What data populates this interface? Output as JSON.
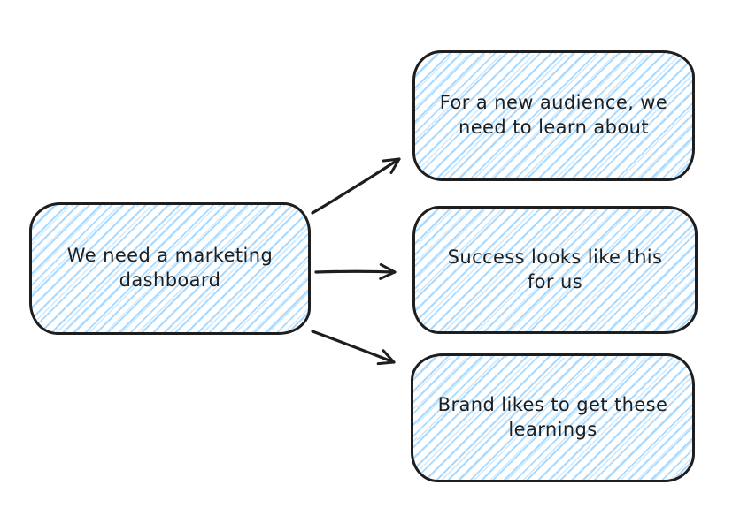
{
  "diagram": {
    "type": "flowchart",
    "colors": {
      "stroke": "#1e1e1e",
      "node_fill_hatch": "#a5d8ff",
      "background": "#ffffff"
    },
    "nodes": [
      {
        "id": "root",
        "text": "We need a marketing\ndashboard"
      },
      {
        "id": "audience",
        "text": "For a new audience, we\nneed to learn about"
      },
      {
        "id": "success",
        "text": "Success looks like this\nfor us"
      },
      {
        "id": "brand",
        "text": "Brand likes to get these\nlearnings"
      }
    ],
    "edges": [
      {
        "from": "root",
        "to": "audience"
      },
      {
        "from": "root",
        "to": "success"
      },
      {
        "from": "root",
        "to": "brand"
      }
    ]
  }
}
